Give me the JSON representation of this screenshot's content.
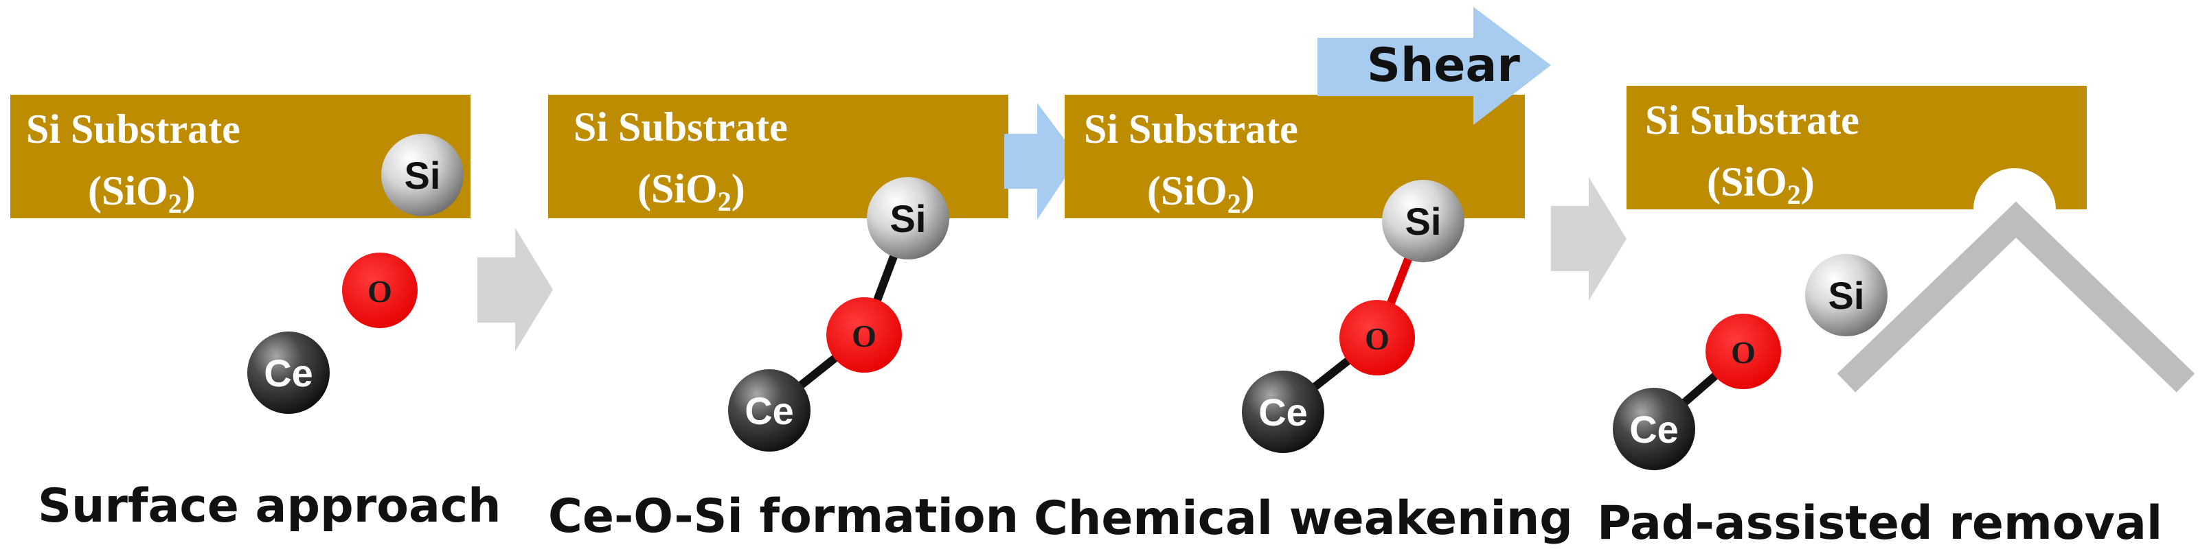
{
  "colors": {
    "substrate": "#BE8C00",
    "process_arrow": "#D4D4D4",
    "shear_arrow": "#A8CCF0",
    "bond_normal": "#111111",
    "bond_weakened": "#E00000",
    "pad": "#BDBDBD"
  },
  "substrate": {
    "title": "Si Substrate",
    "subtitle_open": "(SiO",
    "subtitle_sub": "2",
    "subtitle_close": ")"
  },
  "atoms": {
    "si": "Si",
    "o": "O",
    "ce": "Ce"
  },
  "shear_label": "Shear",
  "stages": [
    {
      "caption": "Surface approach"
    },
    {
      "caption": "Ce-O-Si formation"
    },
    {
      "caption": "Chemical weakening"
    },
    {
      "caption": "Pad-assisted removal"
    }
  ]
}
